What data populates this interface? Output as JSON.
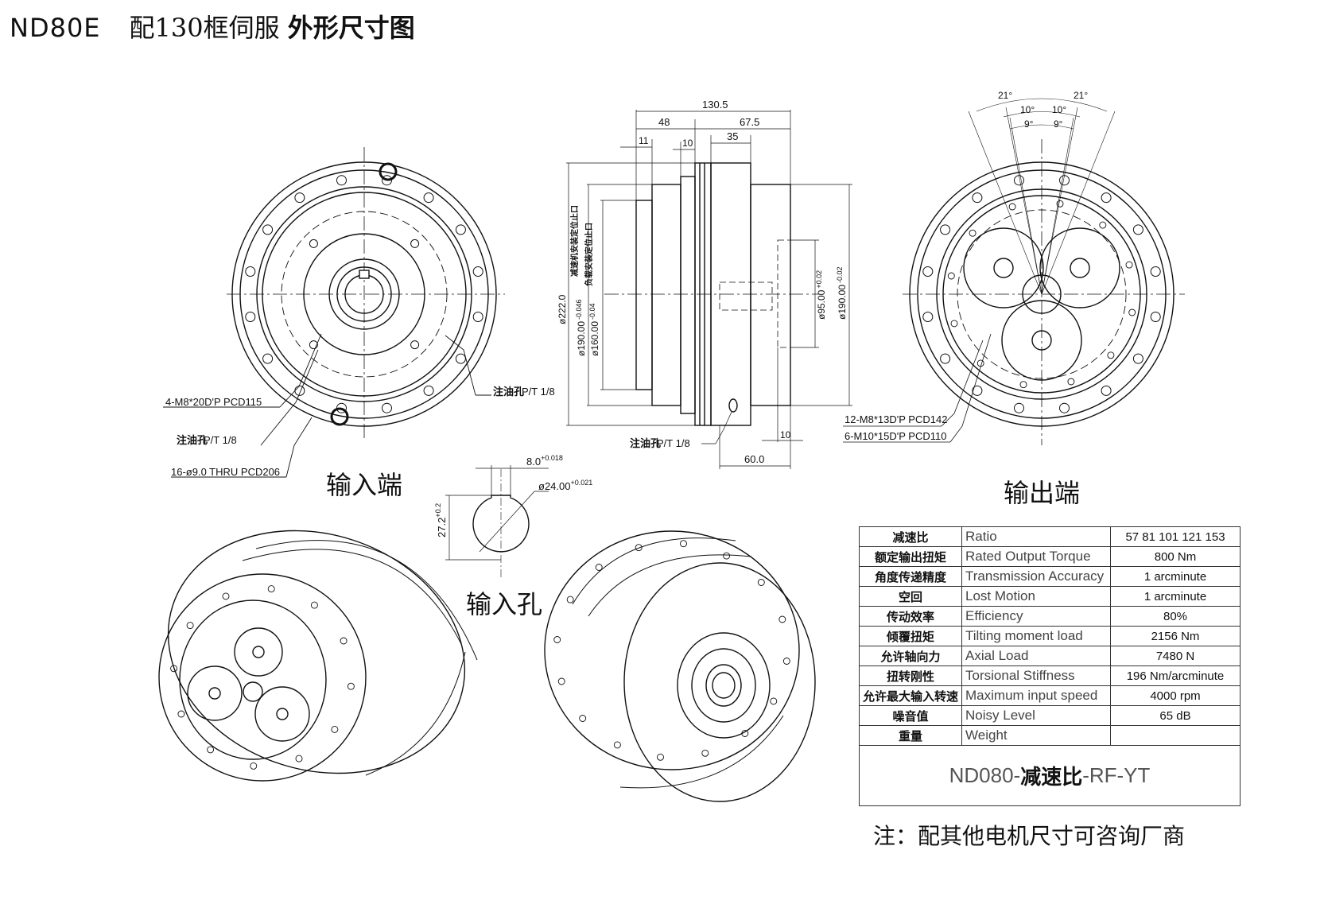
{
  "title": {
    "model": "ND80E",
    "subtitle": "配130框伺服",
    "bold": "外形尺寸图"
  },
  "views": {
    "input_end": "输入端",
    "output_end": "输出端",
    "input_hole": "输入孔"
  },
  "input_view_notes": {
    "tapped_holes": "4-M8*20D'P PCD115",
    "oil_port_a_cn": "注油孔",
    "oil_port_a": "P/T 1/8",
    "oil_port_b_cn": "注油孔",
    "oil_port_b": "P/T 1/8",
    "thru_holes": "16-ø9.0 THRU PCD206"
  },
  "side_view_dims": {
    "overall": "130.5",
    "left_len": "48",
    "right_len": "67.5",
    "d11": "11",
    "d10": "10",
    "d35": "35",
    "d222": "ø222.0",
    "d190": "ø190.00",
    "d190_tol": "-0.046",
    "d190_note": "减速机安装定位止口",
    "d160": "ø160.00",
    "d160_tol": "-0.04",
    "d160_note": "负载安装定位止口",
    "d95": "ø95.00",
    "d95_tol": "+0.02",
    "d190r": "ø190.00",
    "d190r_tol": "-0.02",
    "oil_cn": "注油孔",
    "oil": "P/T 1/8",
    "d10b": "10",
    "d60": "60.0"
  },
  "output_view_notes": {
    "a21l": "21°",
    "a21r": "21°",
    "a10l": "10°",
    "a10r": "10°",
    "a9l": "9°",
    "a9r": "9°",
    "tapped_m8": "12-M8*13D'P PCD142",
    "tapped_m10": "6-M10*15D'P PCD110"
  },
  "keyway": {
    "width": "8.0",
    "width_tol": "+0.018",
    "dia": "ø24.00",
    "dia_tol": "+0.021",
    "height": "27.2",
    "height_tol": "+0.2"
  },
  "spec_table": [
    {
      "cn": "减速比",
      "en": "Ratio",
      "value": "57  81  101  121  153"
    },
    {
      "cn": "额定输出扭矩",
      "en": "Rated Output Torque",
      "value": "800 Nm"
    },
    {
      "cn": "角度传递精度",
      "en": "Transmission Accuracy",
      "value": "1  arcminute"
    },
    {
      "cn": "空回",
      "en": "Lost Motion",
      "value": "1  arcminute"
    },
    {
      "cn": "传动效率",
      "en": "Efficiency",
      "value": "80%"
    },
    {
      "cn": "倾覆扭矩",
      "en": "Tilting moment load",
      "value": "2156 Nm"
    },
    {
      "cn": "允许轴向力",
      "en": "Axial Load",
      "value": "7480  N"
    },
    {
      "cn": "扭转刚性",
      "en": "Torsional Stiffness",
      "value": "196 Nm/arcminute"
    },
    {
      "cn": "允许最大输入转速",
      "en": "Maximum input speed",
      "value": "4000 rpm"
    },
    {
      "cn": "噪音值",
      "en": "Noisy Level",
      "value": "65 dB"
    },
    {
      "cn": "重量",
      "en": "Weight",
      "value": ""
    }
  ],
  "model_code": {
    "prefix": "ND080-",
    "ratio_cn": "减速比",
    "suffix": "-RF-YT"
  },
  "footnote": "注：配其他电机尺寸可咨询厂商"
}
